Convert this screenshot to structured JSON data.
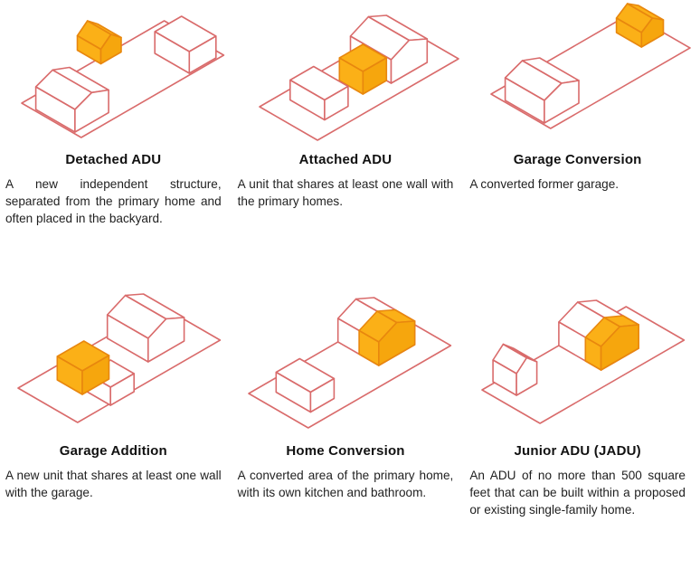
{
  "colors": {
    "line": "#D96B6B",
    "adu_fill": "#FBB017",
    "adu_fill_shade": "#F6A60D",
    "adu_stroke": "#E8870E",
    "text": "#1F1F1F"
  },
  "panels": [
    {
      "title": "Detached ADU",
      "description": "A new independent structure, separated from the primary home and often placed in the backyard.",
      "alt": "isometric lot with small detached ADU highlighted in orange"
    },
    {
      "title": "Attached ADU",
      "description": "A unit that shares at least one wall with the primary homes.",
      "alt": "isometric lot with ADU attached to primary home highlighted in orange"
    },
    {
      "title": "Garage Conversion",
      "description": "A converted former garage.",
      "alt": "isometric lot with converted garage highlighted in orange"
    },
    {
      "title": "Garage Addition",
      "description": "A new unit that shares at least one wall with the garage.",
      "alt": "isometric lot with unit added to garage highlighted in orange"
    },
    {
      "title": "Home Conversion",
      "description": "A converted area of the primary home, with its own kitchen and bathroom.",
      "alt": "isometric lot with converted portion of primary home highlighted in orange"
    },
    {
      "title": "Junior ADU (JADU)",
      "description": "An ADU of no more than 500 square feet that can be built within a proposed or existing single-family home.",
      "alt": "isometric lot with junior ADU section of primary home highlighted in orange"
    }
  ]
}
